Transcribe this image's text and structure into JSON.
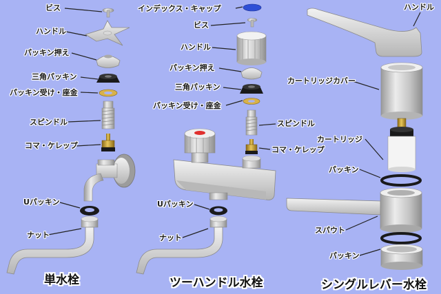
{
  "colors": {
    "background": "#a8b3f4",
    "metal": "#c8c8c8",
    "metal_dark": "#8c8c8c",
    "rubber": "#1a1a1a",
    "brass": "#c9a43a",
    "cap_blue": "#2e4fd6",
    "cap_red": "#e0302e"
  },
  "single": {
    "title": "単水栓",
    "labels": {
      "screw": "ビス",
      "handle": "ハンドル",
      "packing_press": "パッキン押え",
      "triangle_packing": "三角パッキン",
      "packing_seat": "パッキン受け・座金",
      "spindle": "スピンドル",
      "koma": "コマ・ケレップ",
      "u_packing": "Uパッキン",
      "nut": "ナット"
    }
  },
  "two_handle": {
    "title": "ツーハンドル水栓",
    "labels": {
      "index_cap": "インデックス・キャップ",
      "screw": "ビス",
      "handle": "ハンドル",
      "packing_press": "パッキン押え",
      "triangle_packing": "三角パッキン",
      "packing_seat": "パッキン受け・座金",
      "spindle": "スピンドル",
      "koma": "コマ・ケレップ",
      "u_packing": "Uパッキン",
      "nut": "ナット"
    }
  },
  "single_lever": {
    "title": "シングルレバー水栓",
    "labels": {
      "handle": "ハンドル",
      "cartridge_cover": "カートリッジカバー",
      "cartridge": "カートリッジ",
      "packing_top": "パッキン",
      "spout": "スパウト",
      "packing_bottom": "パッキン"
    }
  }
}
